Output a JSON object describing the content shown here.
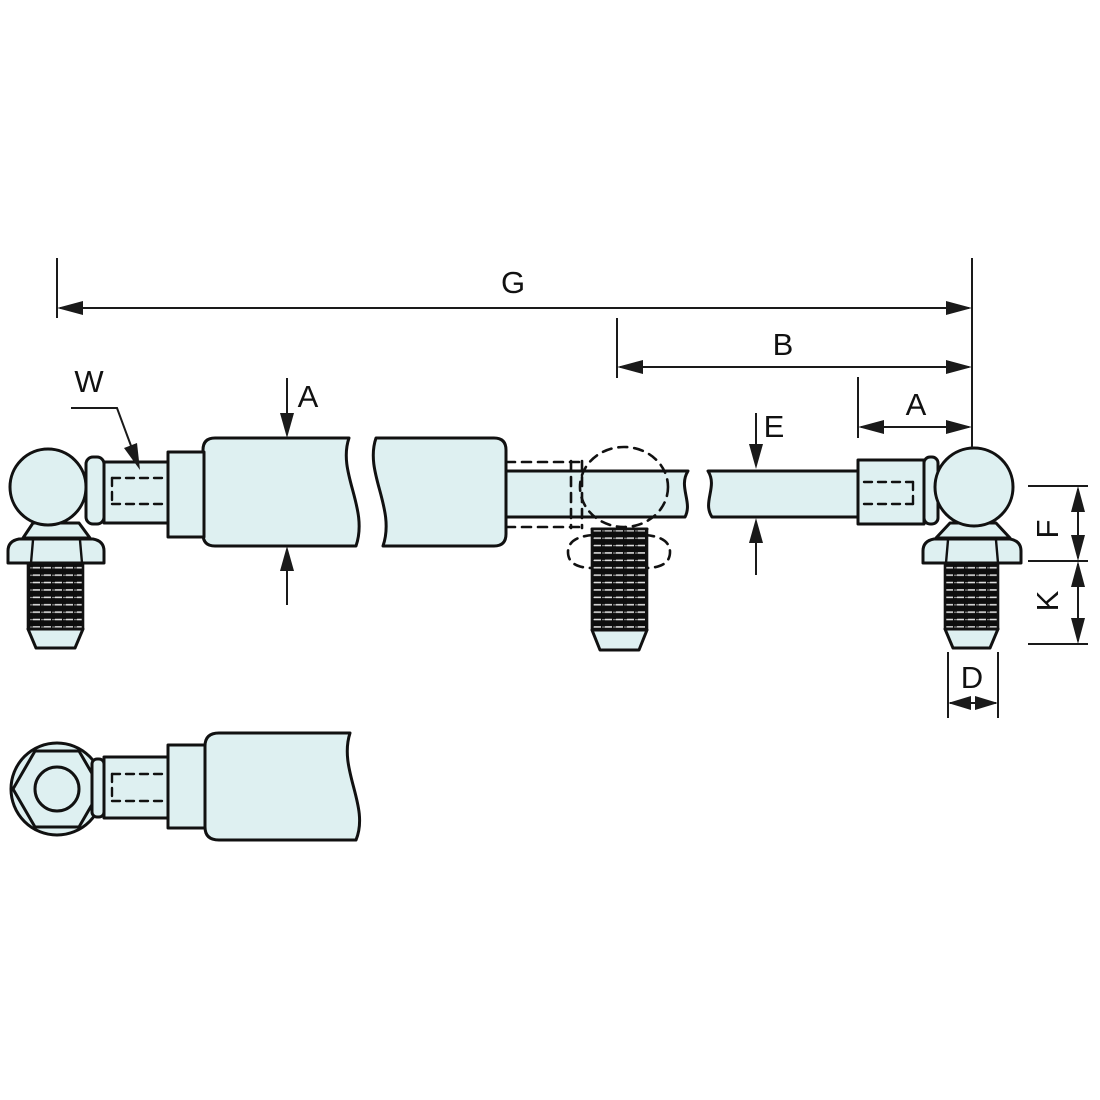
{
  "diagram": {
    "type": "technical-drawing",
    "subject": "gas spring with ball socket end fittings and threaded studs",
    "colors": {
      "part_fill": "#def0f1",
      "outline": "#111111",
      "dimension_line": "#1a1a1a",
      "thread_dark": "#0d0d0d",
      "background": "#ffffff"
    },
    "dimension_labels": {
      "overall_length": "G",
      "extended_section": "B",
      "end_fitting_length": "A",
      "tube_diameter": "A",
      "thread": "W",
      "rod_diameter": "E",
      "socket_height": "F",
      "stud_length": "K",
      "stud_diameter": "D"
    }
  }
}
